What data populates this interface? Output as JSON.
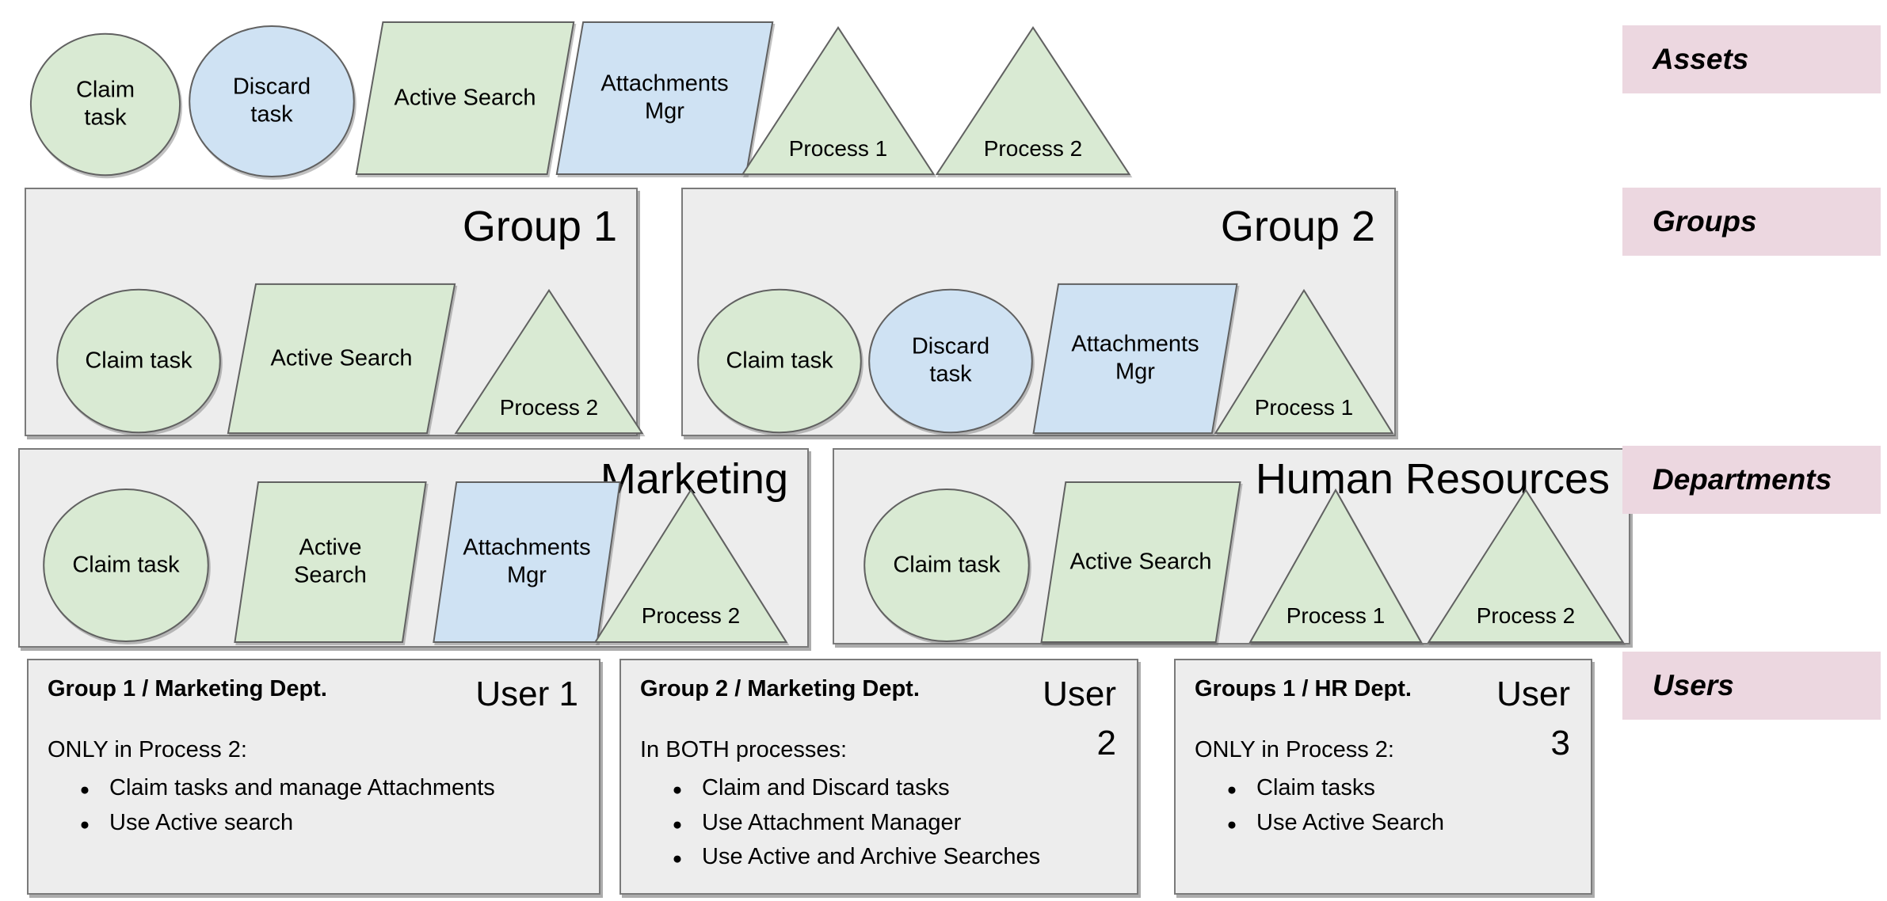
{
  "side_labels": {
    "assets": "Assets",
    "groups": "Groups",
    "departments": "Departments",
    "users": "Users"
  },
  "assets_row": {
    "shapes": [
      {
        "label": "Claim task",
        "shape": "ellipse",
        "color": "green"
      },
      {
        "label": "Discard task",
        "shape": "ellipse",
        "color": "blue"
      },
      {
        "label": "Active Search",
        "shape": "parallelogram",
        "color": "green"
      },
      {
        "label": "Attachments Mgr",
        "shape": "parallelogram",
        "color": "blue"
      },
      {
        "label": "Process 1",
        "shape": "triangle",
        "color": "green"
      },
      {
        "label": "Process 2",
        "shape": "triangle",
        "color": "green"
      }
    ]
  },
  "groups": [
    {
      "title": "Group 1",
      "shapes": [
        {
          "label": "Claim task",
          "shape": "ellipse",
          "color": "green"
        },
        {
          "label": "Active Search",
          "shape": "parallelogram",
          "color": "green"
        },
        {
          "label": "Process 2",
          "shape": "triangle",
          "color": "green"
        }
      ]
    },
    {
      "title": "Group 2",
      "shapes": [
        {
          "label": "Claim task",
          "shape": "ellipse",
          "color": "green"
        },
        {
          "label": "Discard task",
          "shape": "ellipse",
          "color": "blue"
        },
        {
          "label": "Attachments Mgr",
          "shape": "parallelogram",
          "color": "blue"
        },
        {
          "label": "Process 1",
          "shape": "triangle",
          "color": "green"
        }
      ]
    }
  ],
  "departments": [
    {
      "title": "Marketing",
      "shapes": [
        {
          "label": "Claim task",
          "shape": "ellipse",
          "color": "green"
        },
        {
          "label": "Active Search",
          "shape": "parallelogram",
          "color": "green"
        },
        {
          "label": "Attachments Mgr",
          "shape": "parallelogram",
          "color": "blue"
        },
        {
          "label": "Process 2",
          "shape": "triangle",
          "color": "green"
        }
      ]
    },
    {
      "title": "Human Resources",
      "shapes": [
        {
          "label": "Claim task",
          "shape": "ellipse",
          "color": "green"
        },
        {
          "label": "Active Search",
          "shape": "parallelogram",
          "color": "green"
        },
        {
          "label": "Process 1",
          "shape": "triangle",
          "color": "green"
        },
        {
          "label": "Process 2",
          "shape": "triangle",
          "color": "green"
        }
      ]
    }
  ],
  "users": [
    {
      "header": "Group 1 / Marketing Dept.",
      "title": "User 1",
      "intro": "ONLY in Process 2:",
      "bullets": [
        "Claim tasks and manage Attachments",
        "Use Active search"
      ]
    },
    {
      "header": "Group 2 / Marketing Dept.",
      "title": "User 2",
      "intro": "In BOTH processes:",
      "bullets": [
        "Claim and Discard tasks",
        "Use Attachment Manager",
        "Use Active and Archive Searches"
      ]
    },
    {
      "header": "Groups 1 / HR Dept.",
      "title": "User 3",
      "intro": "ONLY in Process 2:",
      "bullets": [
        "Claim tasks",
        "Use Active Search"
      ]
    }
  ],
  "colors": {
    "green_fill": "#d9ead3",
    "blue_fill": "#cfe2f3",
    "panel_fill": "#ededed",
    "label_fill": "#ecd7e0",
    "shape_stroke": "#616161"
  }
}
